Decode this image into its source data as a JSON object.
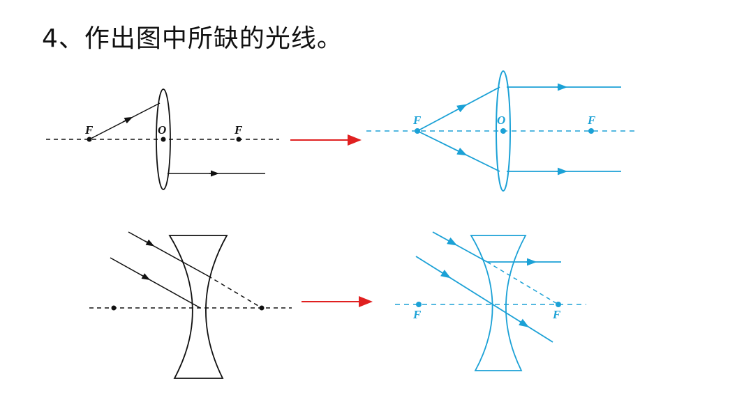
{
  "slide": {
    "title": "4、作出图中所缺的光线。"
  },
  "colors": {
    "original": "#111111",
    "answer": "#1ba1d6",
    "arrow": "#e02020"
  },
  "labels": {
    "focus": "F",
    "center": "O"
  }
}
